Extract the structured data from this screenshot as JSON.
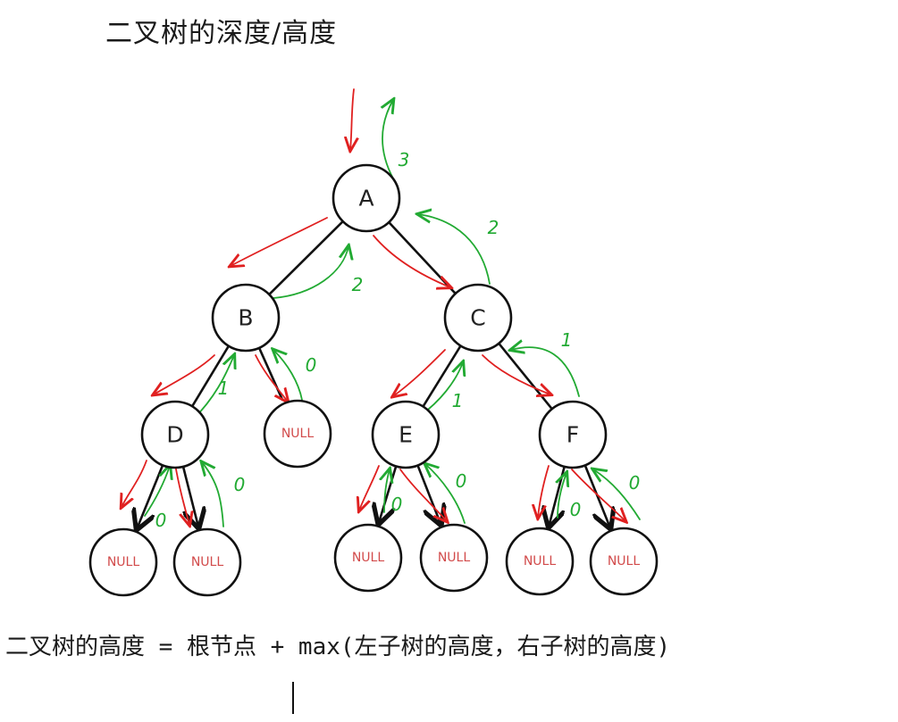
{
  "title": "二叉树的深度/高度",
  "formula": "二叉树的高度 = 根节点 +  max(左子树的高度，右子树的高度)",
  "colors": {
    "edge": "#111111",
    "recursion_down": "#e02020",
    "recursion_return": "#22aa33",
    "null_text": "#d24b4b"
  },
  "tree": {
    "nodes": [
      {
        "id": "A",
        "label": "A"
      },
      {
        "id": "B",
        "label": "B"
      },
      {
        "id": "C",
        "label": "C"
      },
      {
        "id": "D",
        "label": "D"
      },
      {
        "id": "NB",
        "label": "NULL"
      },
      {
        "id": "E",
        "label": "E"
      },
      {
        "id": "F",
        "label": "F"
      },
      {
        "id": "ND1",
        "label": "NULL"
      },
      {
        "id": "ND2",
        "label": "NULL"
      },
      {
        "id": "NE1",
        "label": "NULL"
      },
      {
        "id": "NE2",
        "label": "NULL"
      },
      {
        "id": "NF1",
        "label": "NULL"
      },
      {
        "id": "NF2",
        "label": "NULL"
      }
    ],
    "edges": [
      [
        "A",
        "B"
      ],
      [
        "A",
        "C"
      ],
      [
        "B",
        "D"
      ],
      [
        "B",
        "NB"
      ],
      [
        "C",
        "E"
      ],
      [
        "C",
        "F"
      ],
      [
        "D",
        "ND1"
      ],
      [
        "D",
        "ND2"
      ],
      [
        "E",
        "NE1"
      ],
      [
        "E",
        "NE2"
      ],
      [
        "F",
        "NF1"
      ],
      [
        "F",
        "NF2"
      ]
    ],
    "return_values": [
      {
        "id": "rA",
        "text": "3"
      },
      {
        "id": "rC",
        "text": "2"
      },
      {
        "id": "rB",
        "text": "2"
      },
      {
        "id": "rNB",
        "text": "0"
      },
      {
        "id": "rF",
        "text": "1"
      },
      {
        "id": "rD",
        "text": "1"
      },
      {
        "id": "rE",
        "text": "1"
      },
      {
        "id": "rND2",
        "text": "0"
      },
      {
        "id": "rND1",
        "text": "0"
      },
      {
        "id": "rNE1",
        "text": "0"
      },
      {
        "id": "rNE2",
        "text": "0"
      },
      {
        "id": "rNF1",
        "text": "0"
      },
      {
        "id": "rNF2",
        "text": "0"
      }
    ]
  }
}
